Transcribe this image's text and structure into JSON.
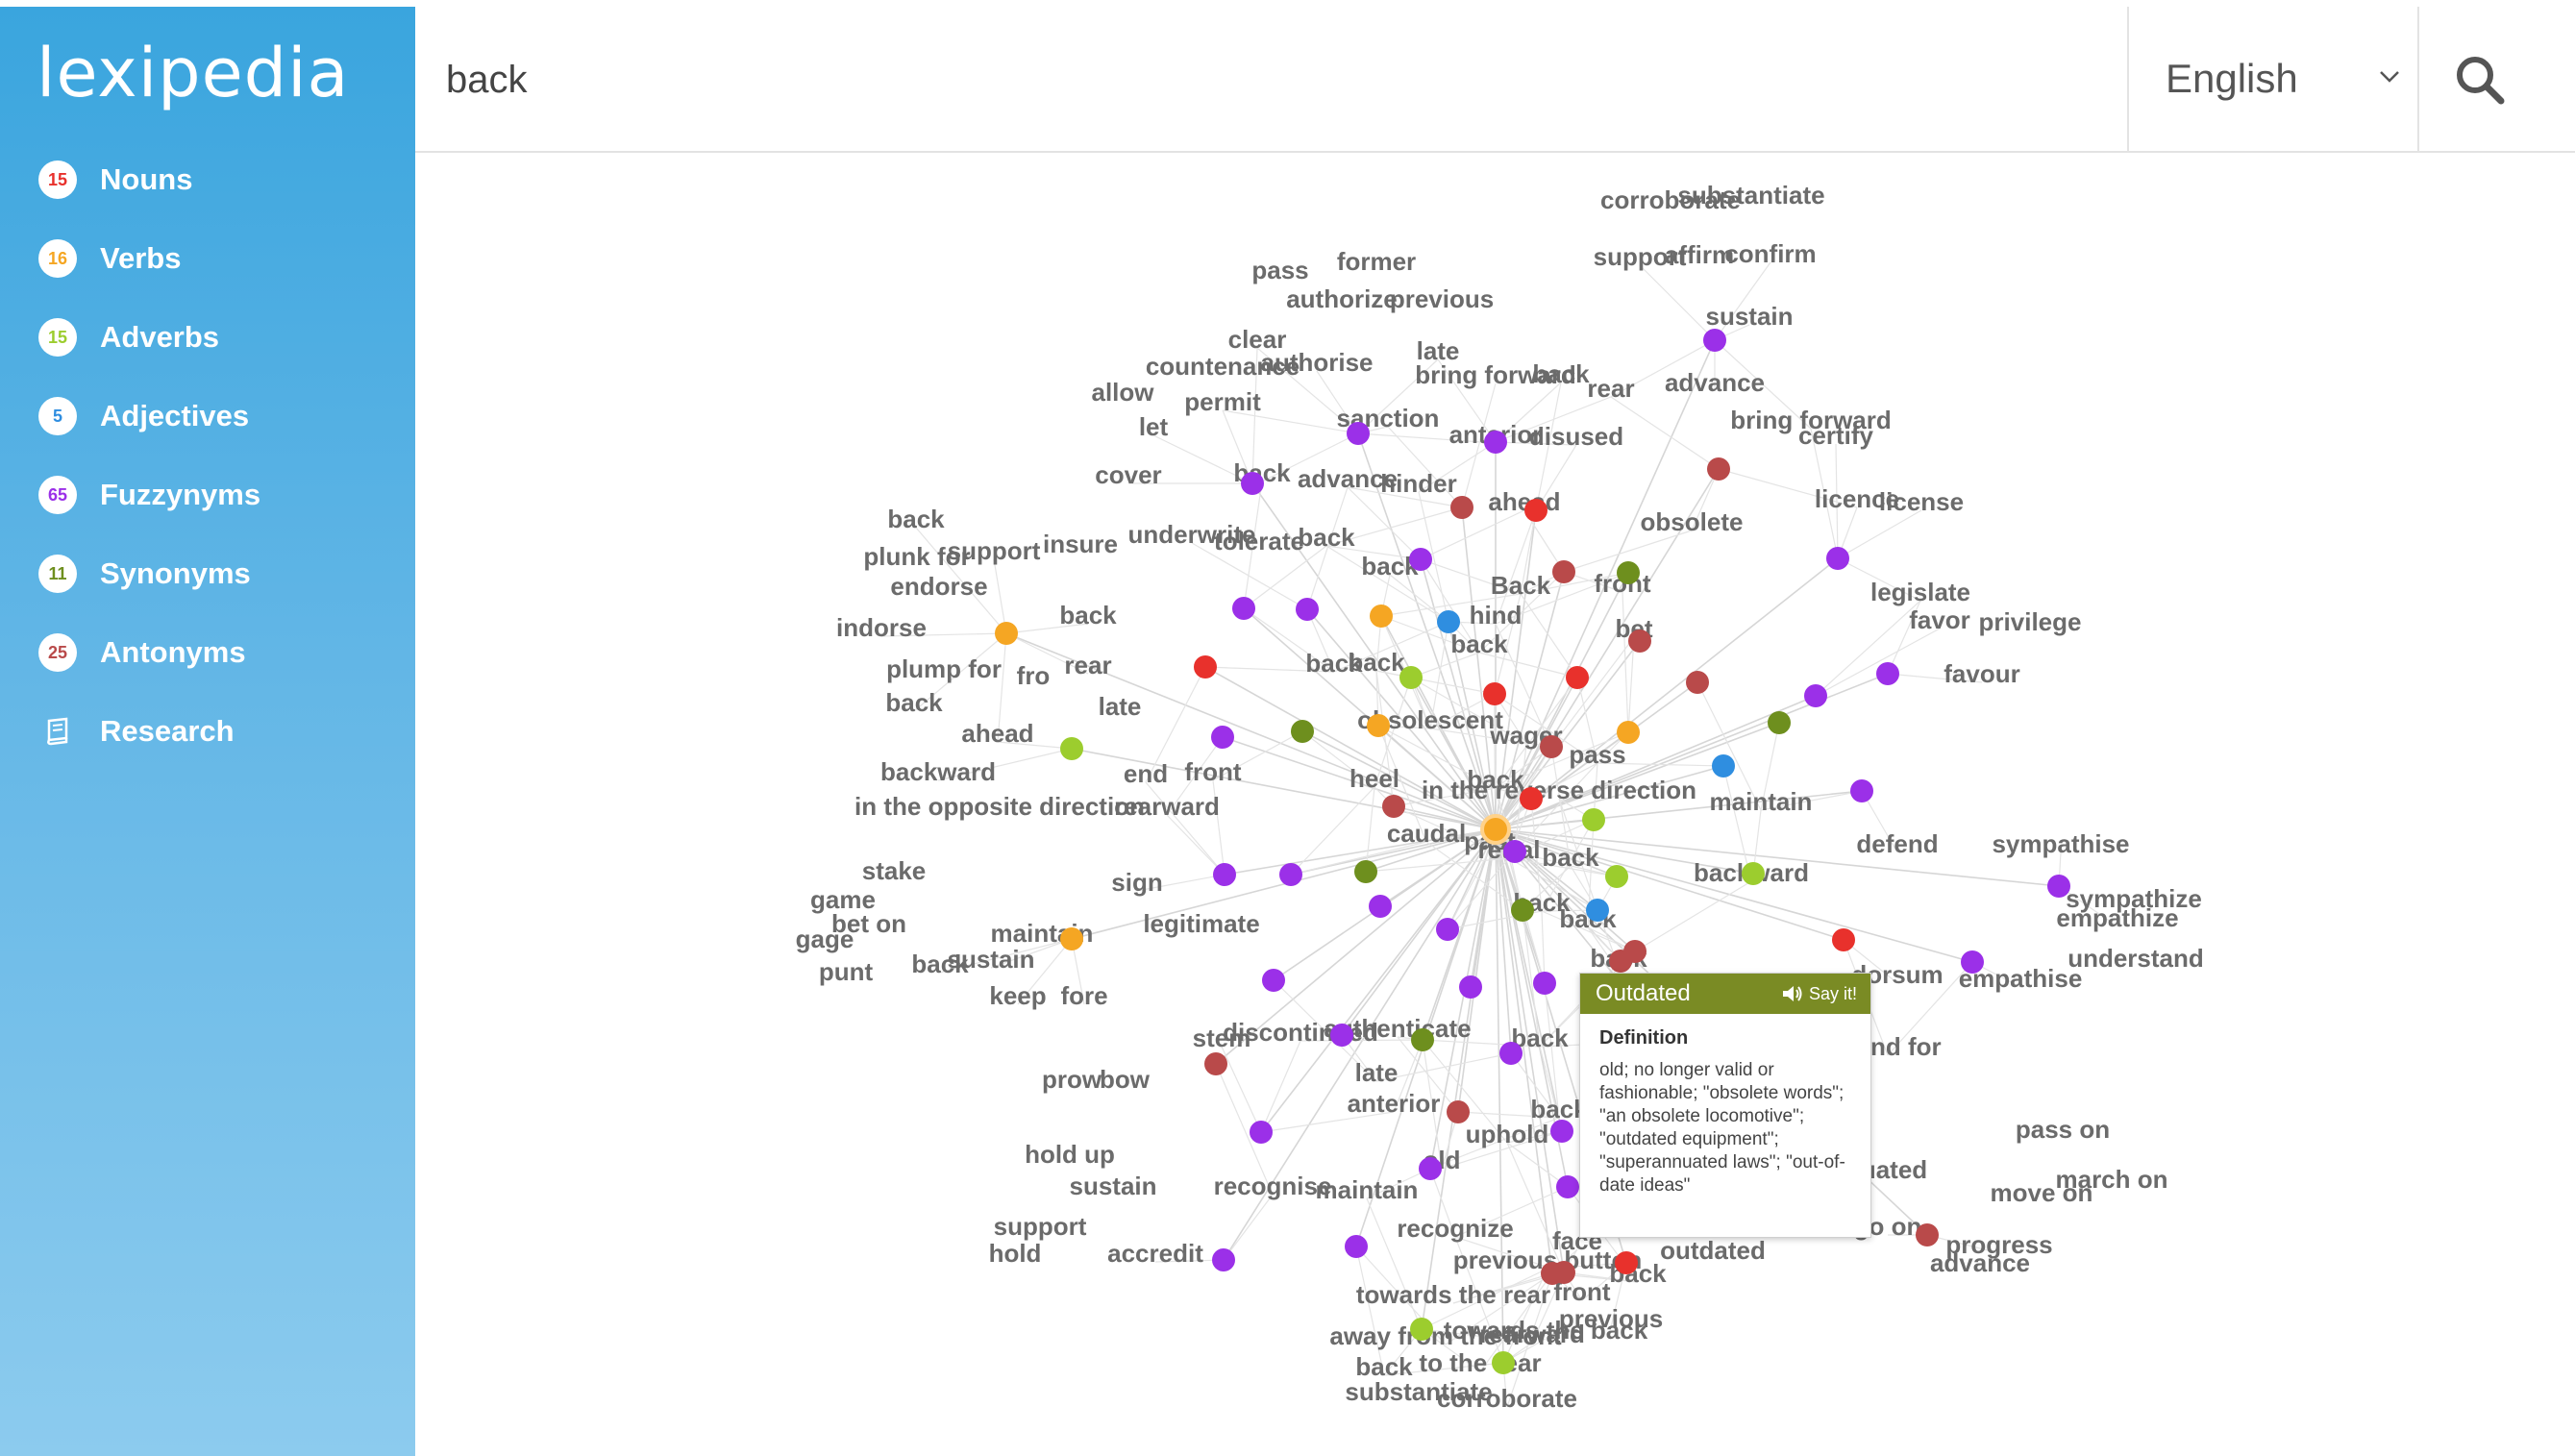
{
  "app": {
    "logo": "lexipedia"
  },
  "sidebar": {
    "items": [
      {
        "count": "15",
        "label": "Nouns",
        "color": "#e8312c"
      },
      {
        "count": "16",
        "label": "Verbs",
        "color": "#f5a623"
      },
      {
        "count": "15",
        "label": "Adverbs",
        "color": "#9ccd2e"
      },
      {
        "count": "5",
        "label": "Adjectives",
        "color": "#2f8ee0"
      },
      {
        "count": "65",
        "label": "Fuzzynyms",
        "color": "#9b30e8"
      },
      {
        "count": "11",
        "label": "Synonyms",
        "color": "#6e8f1e"
      },
      {
        "count": "25",
        "label": "Antonyms",
        "color": "#b94a4a"
      }
    ],
    "research": {
      "label": "Research",
      "icon": "book-icon"
    }
  },
  "search": {
    "value": "back",
    "placeholder": ""
  },
  "language": {
    "selected": "English"
  },
  "popup": {
    "title": "Outdated",
    "say_it": "Say it!",
    "def_heading": "Definition",
    "definition": "old; no longer valid or fashionable; \"obsolete words\"; \"an obsolete locomotive\"; \"outdated equipment\"; \"superannuated laws\"; \"out-of-date ideas\""
  },
  "graph": {
    "colors": {
      "noun": "#e8312c",
      "verb": "#f5a623",
      "adverb": "#9ccd2e",
      "adjective": "#2f8ee0",
      "fuzzynym": "#9b30e8",
      "synonym": "#6e8f1e",
      "antonym": "#b94a4a"
    },
    "center_color": "#f5a623",
    "words": [
      "corroborate",
      "substantiate",
      "support",
      "affirm",
      "confirm",
      "sustain",
      "pass",
      "former",
      "authorize",
      "previous",
      "clear",
      "countenance",
      "authorise",
      "late",
      "bring forward",
      "back",
      "rear",
      "advance",
      "allow",
      "permit",
      "sanction",
      "anterior",
      "disused",
      "let",
      "bring forward",
      "certify",
      "cover",
      "back",
      "advance",
      "hinder",
      "ahead",
      "obsolete",
      "licence",
      "license",
      "back",
      "support",
      "plunk for",
      "insure",
      "underwrite",
      "tolerate",
      "back",
      "back",
      "Back",
      "front",
      "legislate",
      "endorse",
      "back",
      "hind",
      "bet",
      "favor",
      "privilege",
      "indorse",
      "back",
      "plump for",
      "fro",
      "rear",
      "back",
      "back",
      "favour",
      "back",
      "late",
      "obsolescent",
      "pass",
      "wager",
      "in the reverse direction",
      "ahead",
      "back",
      "maintain",
      "backward",
      "end",
      "front",
      "heel",
      "in the opposite direction",
      "rearward",
      "past",
      "back",
      "defend",
      "stake",
      "caudal",
      "retral",
      "backward",
      "sympathise",
      "game",
      "sign",
      "sympathize",
      "empathize",
      "bet on",
      "maintain",
      "legitimate",
      "back",
      "back",
      "gage",
      "sustain",
      "back",
      "understand",
      "empathise",
      "punt",
      "back",
      "dorsum",
      "keep",
      "fore",
      "stem",
      "discontinued",
      "authenticate",
      "back",
      "stand for",
      "prow",
      "bow",
      "late",
      "anterior",
      "back",
      "uphold",
      "pass on",
      "old",
      "hold up",
      "sustain",
      "recognise",
      "maintain",
      "superannuated",
      "march on",
      "move on",
      "support",
      "recognize",
      "face",
      "go on",
      "outdated",
      "progress",
      "hold",
      "accredit",
      "previous button",
      "back",
      "advance",
      "towards the rear",
      "front",
      "previous",
      "away from the front",
      "rearward",
      "towards the back",
      "back",
      "to the rear"
    ]
  }
}
